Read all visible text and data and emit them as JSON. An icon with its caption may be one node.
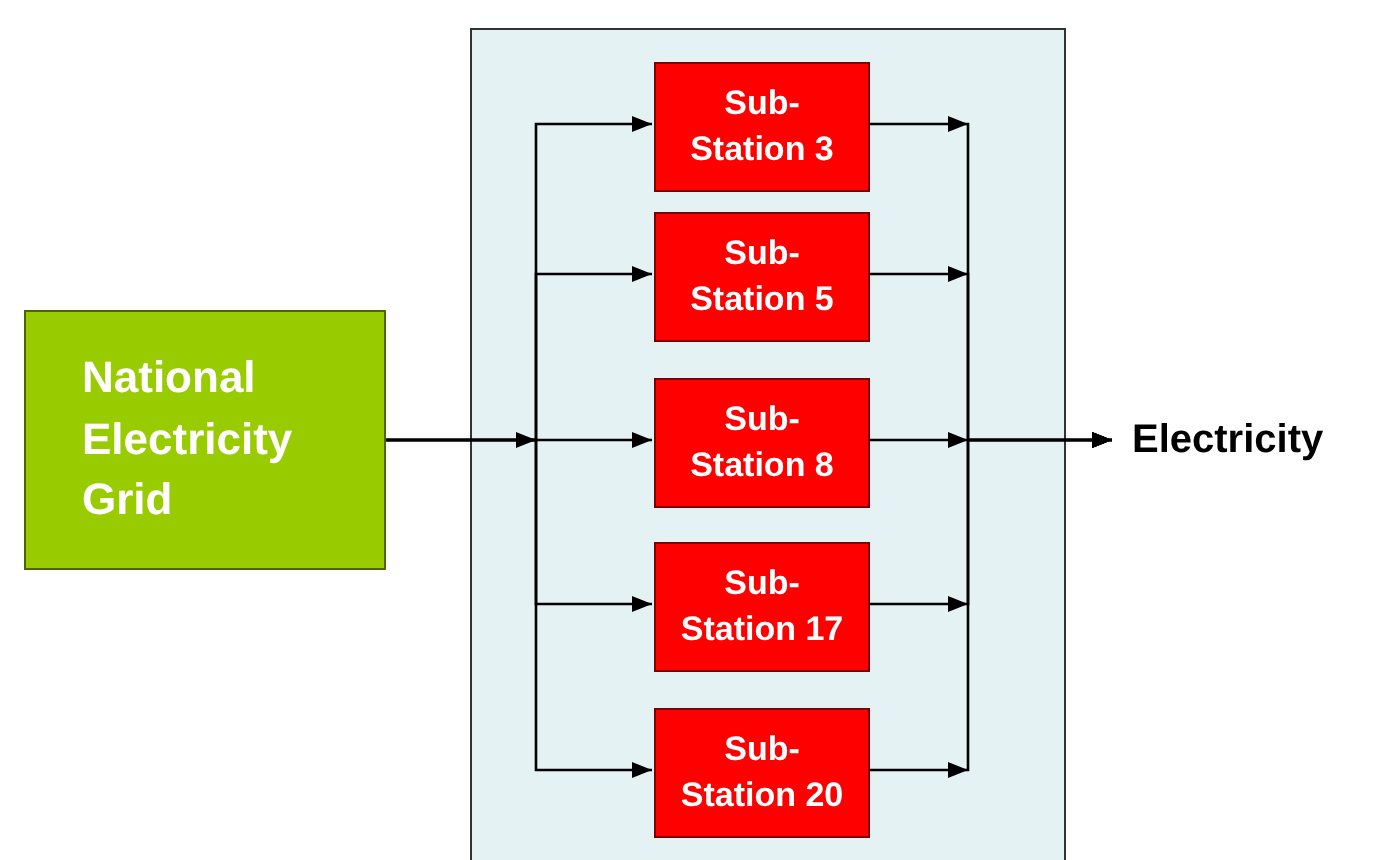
{
  "diagram": {
    "nodes": [
      {
        "text": [
          "National Electricity Grid"
        ]
      },
      {
        "text": [],
        "shape": "box"
      },
      {
        "text": [
          "Sub-Station 3"
        ],
        "in": 1
      },
      {
        "text": [
          "Sub-Station 5"
        ],
        "in": 1
      },
      {
        "text": [
          "Sub-Station 8"
        ],
        "in": 1
      },
      {
        "text": [
          "Sub-Station 17"
        ],
        "in": 1
      },
      {
        "text": [
          "Sub-Station 20"
        ],
        "in": 1
      },
      {
        "text": [
          "Electricity"
        ]
      }
    ],
    "edges": [
      {
        "from": 0,
        "to": 2,
        "arrow": "to"
      },
      {
        "from": 0,
        "to": 3,
        "arrow": "to"
      },
      {
        "from": 0,
        "to": 4,
        "arrow": "to"
      },
      {
        "from": 0,
        "to": 5,
        "arrow": "to"
      },
      {
        "from": 0,
        "to": 6,
        "arrow": "to"
      },
      {
        "from": 2,
        "to": 7,
        "arrow": "to"
      },
      {
        "from": 3,
        "to": 7,
        "arrow": "to"
      },
      {
        "from": 4,
        "to": 7,
        "arrow": "to"
      },
      {
        "from": 5,
        "to": 7,
        "arrow": "to"
      },
      {
        "from": 6,
        "to": 7,
        "arrow": "to"
      }
    ]
  }
}
